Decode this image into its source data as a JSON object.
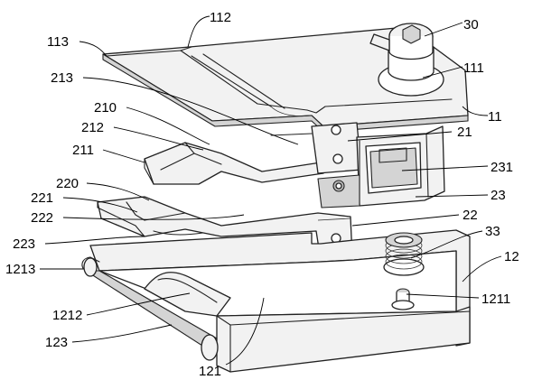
{
  "labels": {
    "l112": "112",
    "l30": "30",
    "l113": "113",
    "l111": "111",
    "l213": "213",
    "l11": "11",
    "l210": "210",
    "l21": "21",
    "l212": "212",
    "l211": "211",
    "l231": "231",
    "l220": "220",
    "l23": "23",
    "l221": "221",
    "l22": "22",
    "l222": "222",
    "l33": "33",
    "l223": "223",
    "l12": "12",
    "l1213": "1213",
    "l1211": "1211",
    "l1212": "1212",
    "l123": "123",
    "l121": "121"
  }
}
